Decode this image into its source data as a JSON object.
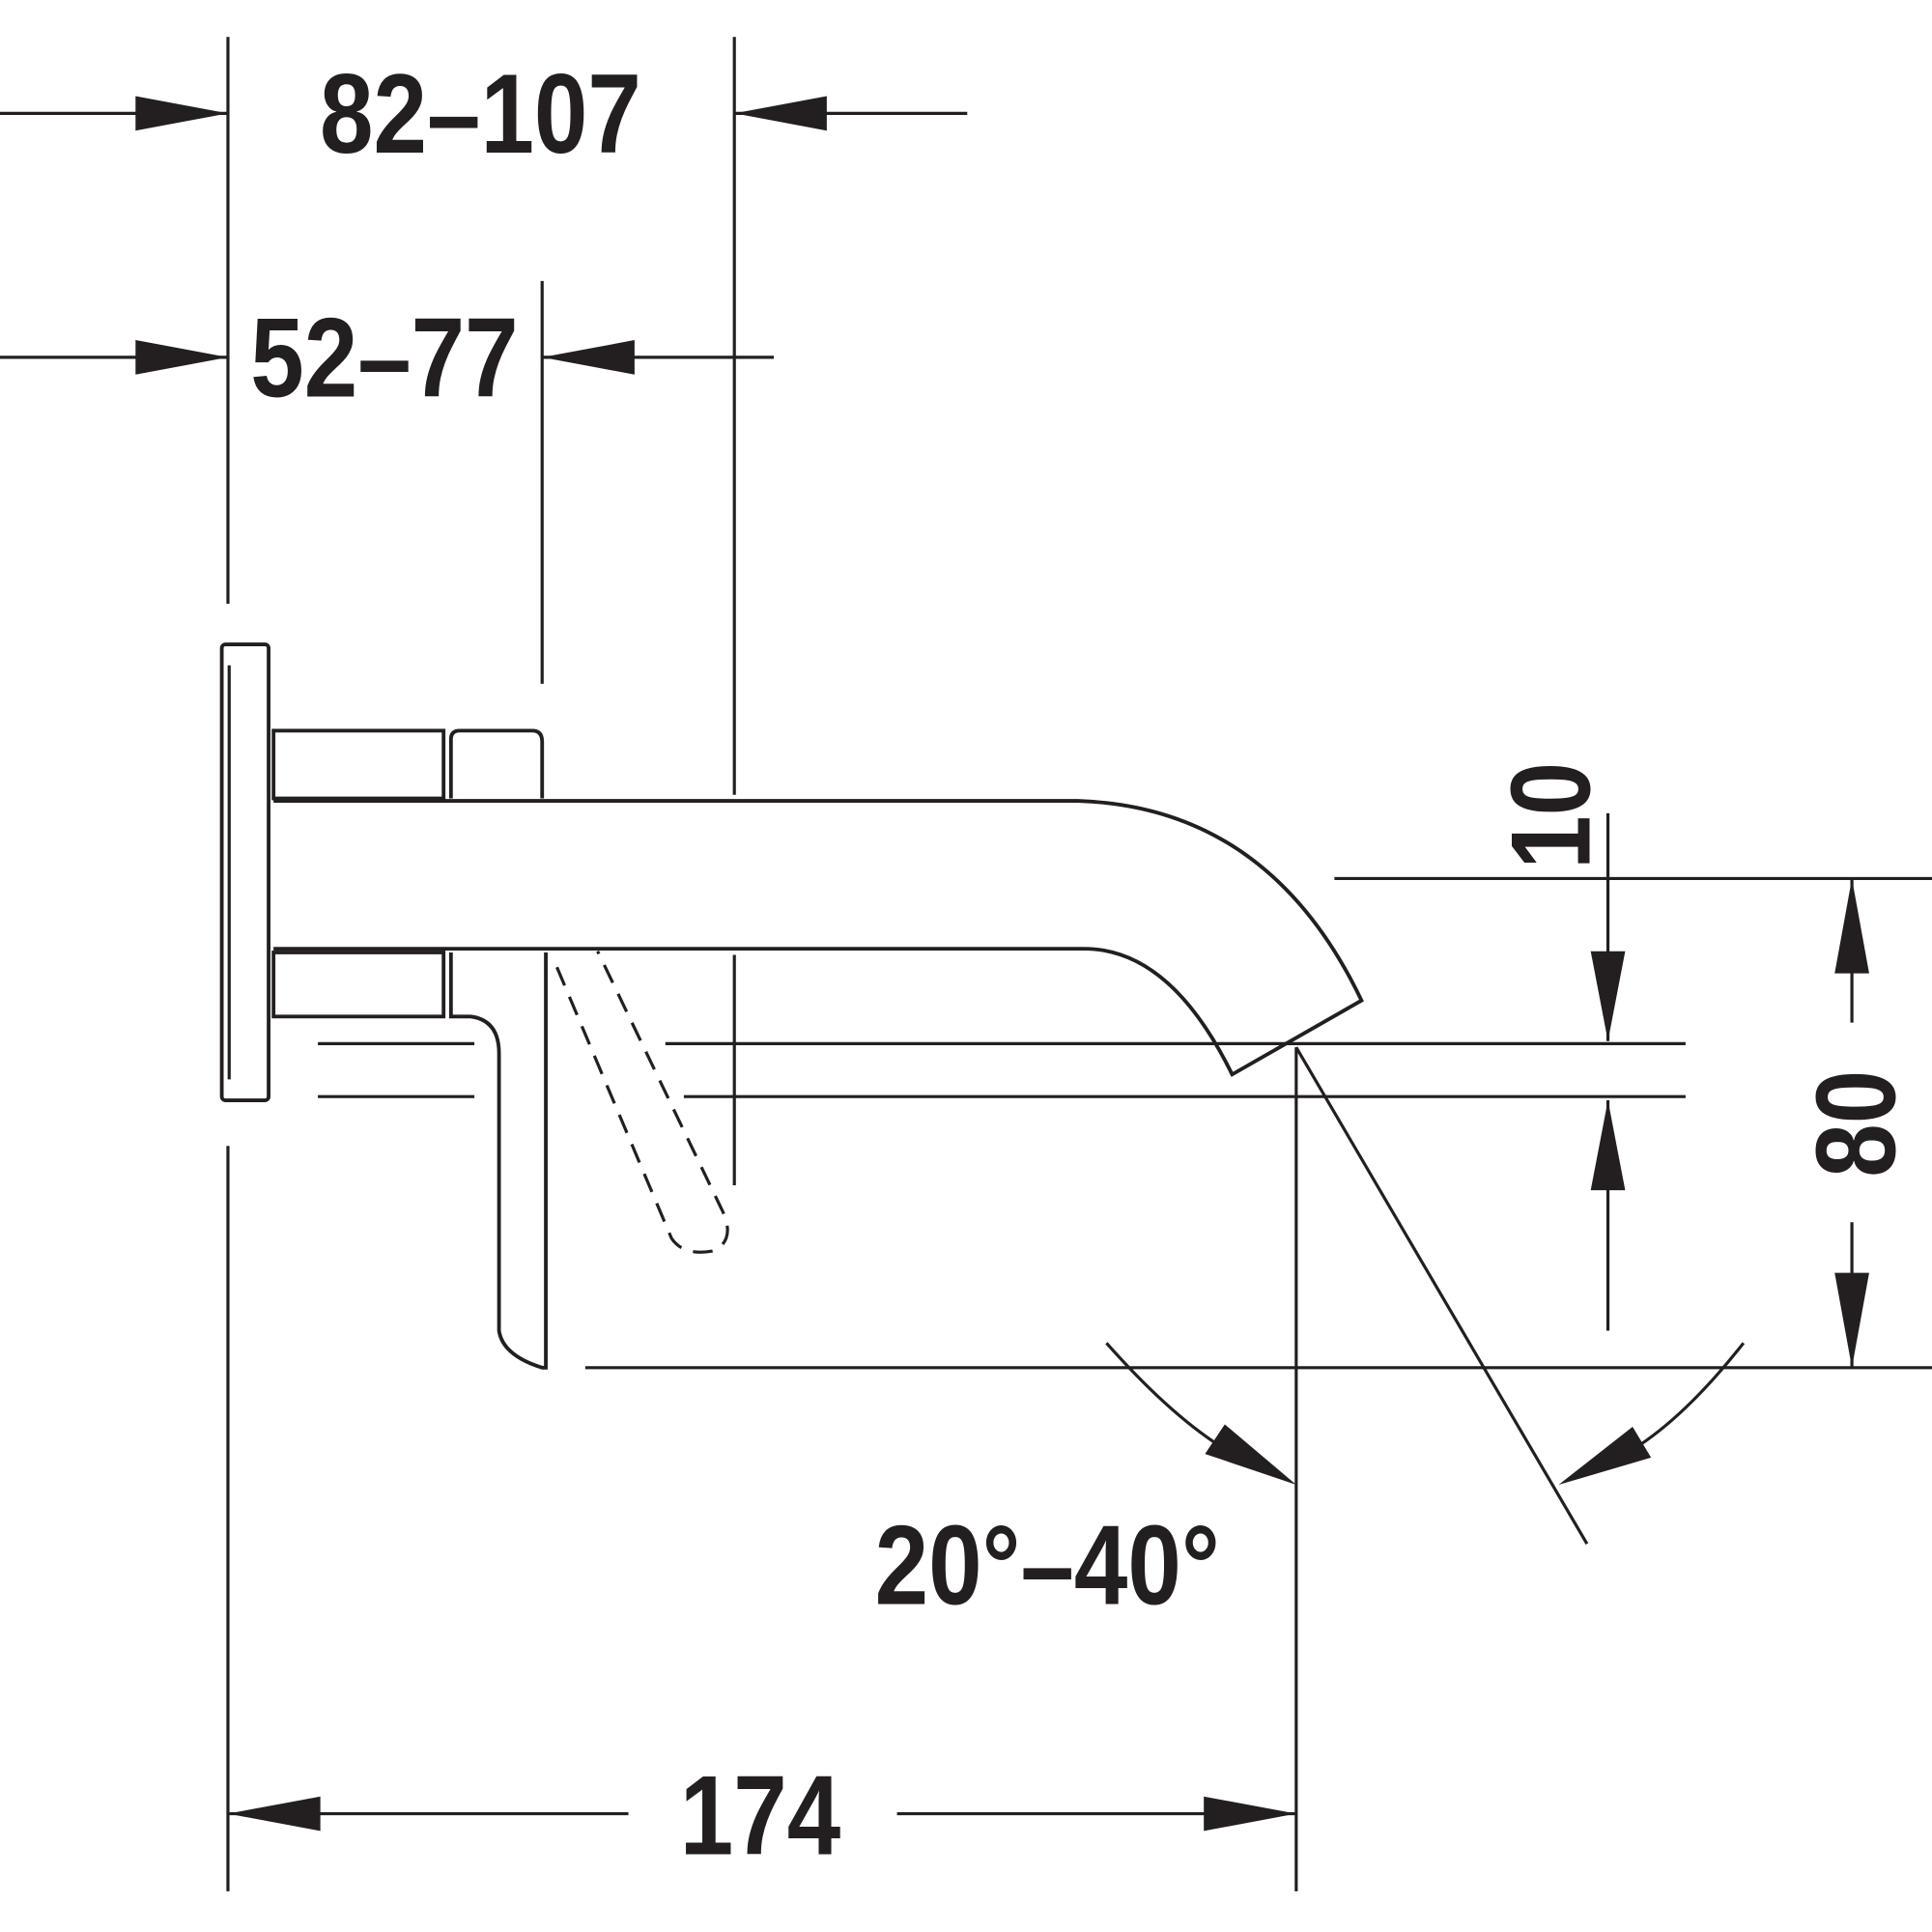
{
  "drawing": {
    "colors": {
      "line": "#231f20",
      "background": "#ffffff"
    },
    "dimensions": {
      "wall_depth_outer": "82–107",
      "wall_depth_inner": "52–77",
      "spout_offset": "10",
      "spout_height": "80",
      "spray_angle": "20°–40°",
      "projection": "174"
    }
  }
}
